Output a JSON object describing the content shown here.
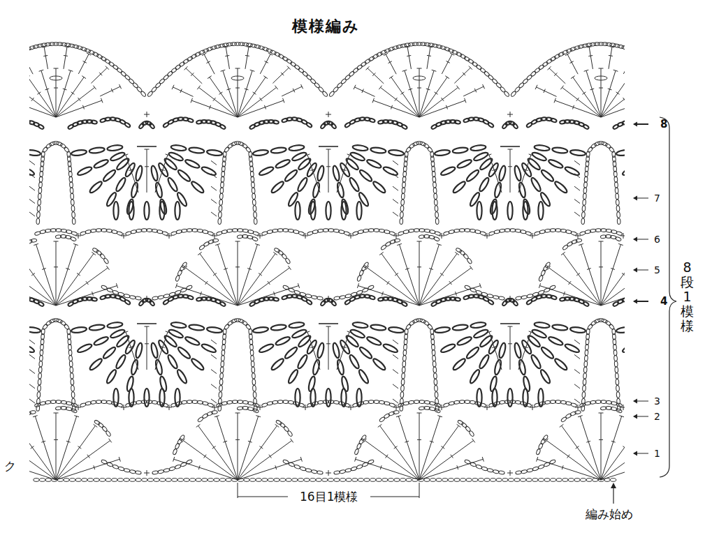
{
  "diagram": {
    "title": "模様編み",
    "labels": [
      "8",
      "7",
      "6",
      "5",
      "4",
      "3",
      "2",
      "1",
      "8段1模様",
      "16目1模様",
      "編み始め",
      "ク"
    ]
  }
}
